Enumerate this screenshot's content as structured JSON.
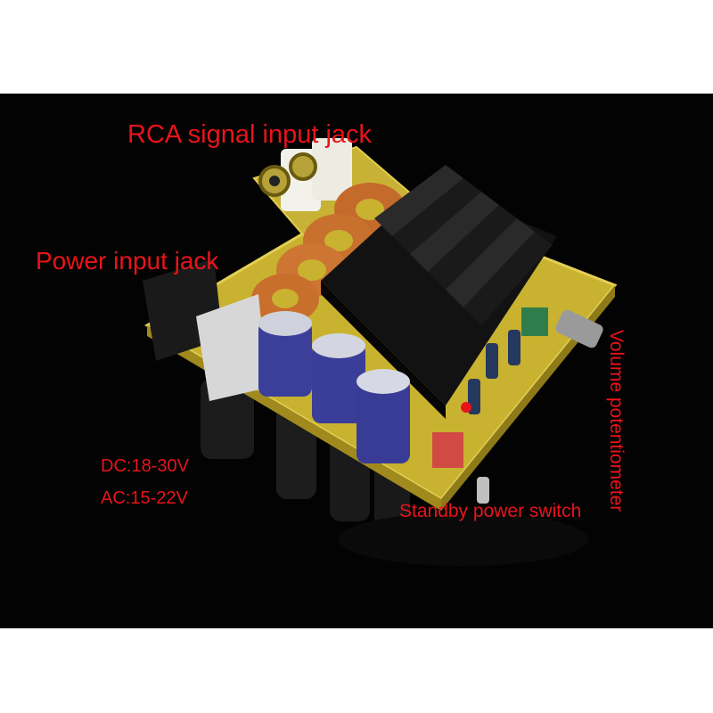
{
  "labels": {
    "rca": "RCA signal input jack",
    "power": "Power input jack",
    "dc": "DC:18-30V",
    "ac": "AC:15-22V",
    "standby": "Standby power switch",
    "volume": "Volume potentiometer"
  },
  "colors": {
    "label": "#e8141a",
    "background": "#030303",
    "pcb": "#c9b230",
    "heatsink": "#111111",
    "capacitor": "#3b3f9a",
    "coil": "#c46a2a"
  }
}
